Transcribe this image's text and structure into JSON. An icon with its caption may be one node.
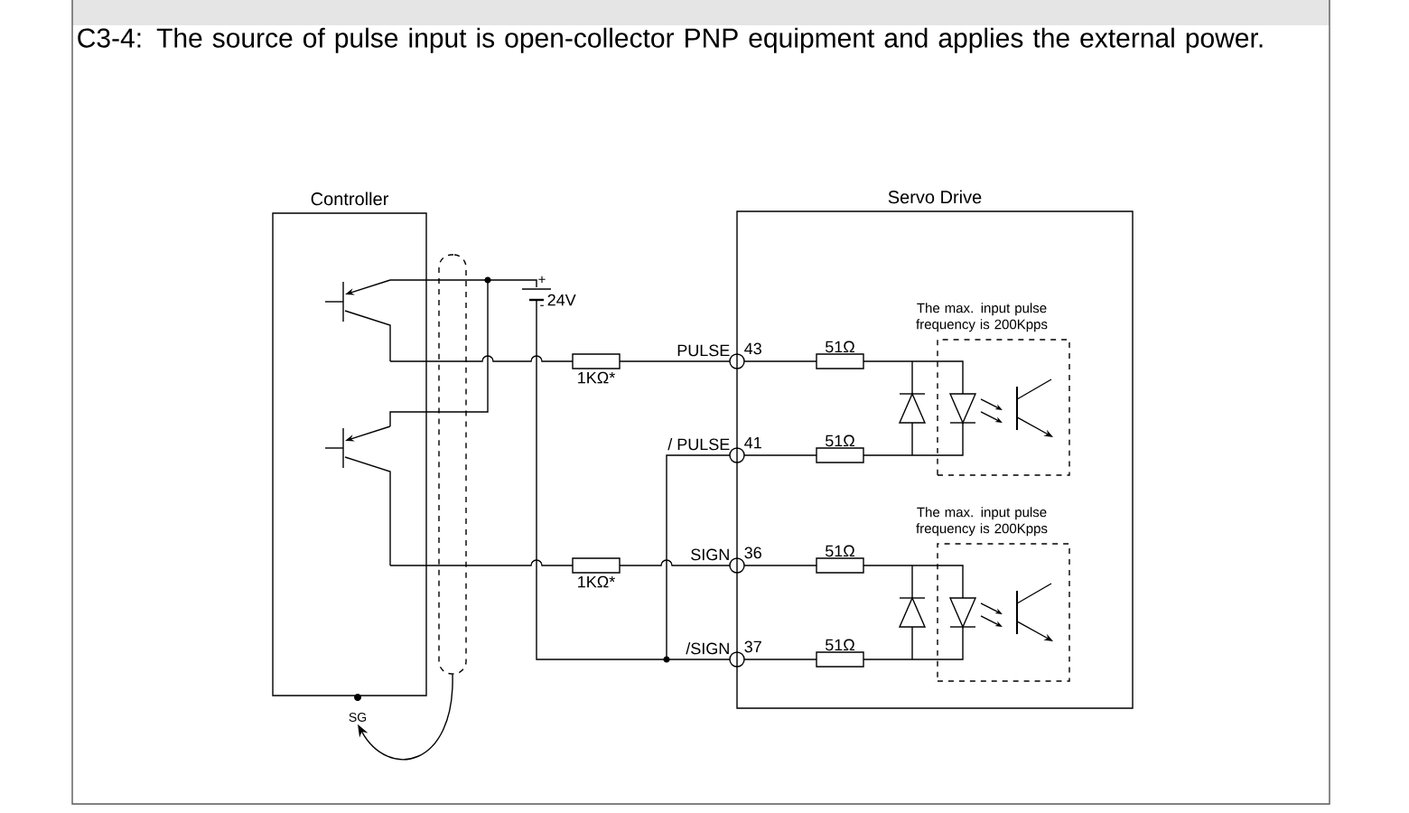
{
  "diagram": {
    "title": "C3-4: The source of pulse input is open-collector PNP equipment and applies the external power.",
    "nodes": [
      {
        "text": [
          "Controller"
        ]
      },
      {
        "text": [
          "Servo Drive"
        ]
      },
      {
        "text": [
          "The max. input pulse frequency is 200Kpps"
        ],
        "in": 1
      },
      {
        "text": [
          "The max. input pulse frequency is 200Kpps"
        ],
        "in": 1
      },
      {
        "text": [],
        "shape": "box"
      },
      {
        "text": [
          "SG"
        ]
      }
    ],
    "edges": [
      {
        "from": 4,
        "to": 5,
        "arrow": "to"
      }
    ],
    "labels": [
      "+",
      "24V",
      "-",
      "PULSE",
      "43",
      "1KΩ*",
      "51Ω",
      "/ PULSE",
      "41",
      "51Ω",
      "SIGN",
      "36",
      "51Ω",
      "1KΩ*",
      "/SIGN",
      "37",
      "51Ω"
    ]
  }
}
